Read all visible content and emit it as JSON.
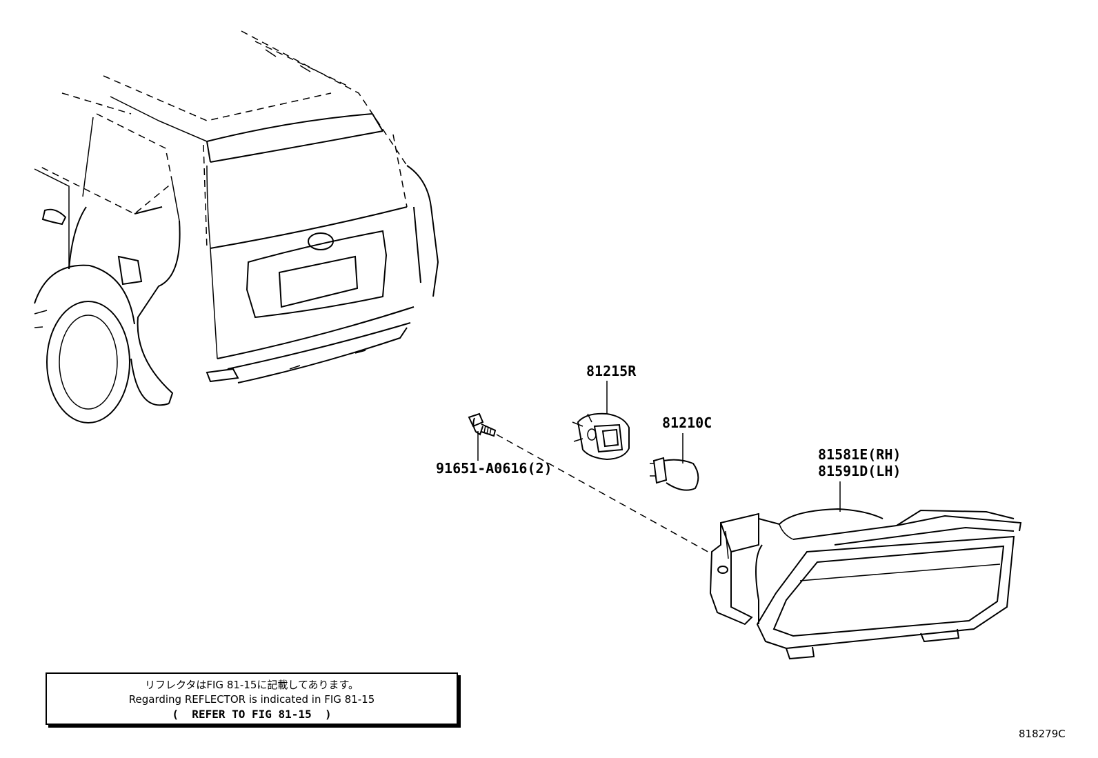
{
  "parts": {
    "socket": "81215R",
    "bulb": "81210C",
    "screw": "91651-A0616(2)",
    "lamp_rh": "81581E(RH)",
    "lamp_lh": "81591D(LH)"
  },
  "note": {
    "japanese": "リフレクタはFIG 81-15に記載してあります。",
    "english": "Regarding REFLECTOR is indicated in FIG 81-15",
    "refer": "(  REFER TO FIG 81-15  )"
  },
  "figure_id": "818279C"
}
